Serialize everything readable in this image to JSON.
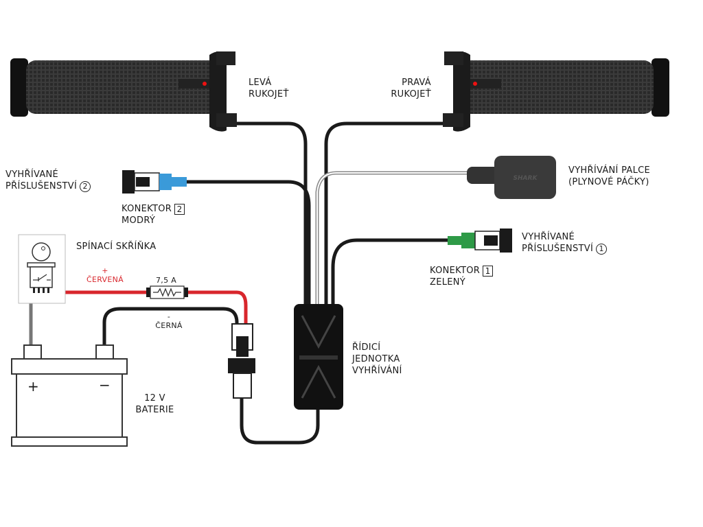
{
  "labels": {
    "left_grip": [
      "LEVÁ",
      "RUKOJEŤ"
    ],
    "right_grip": [
      "PRAVÁ",
      "RUKOJEŤ"
    ],
    "accessory2": [
      "VYHŘÍVANÉ",
      "PŘÍSLUŠENSTVÍ"
    ],
    "accessory2_num": "2",
    "connector2": [
      "KONEKTOR",
      "MODRÝ"
    ],
    "connector2_num": "2",
    "thumb_heater": [
      "VYHŘÍVÁNÍ PALCE",
      "(PLYNOVÉ PÁČKY)"
    ],
    "accessory1": [
      "VYHŘÍVANÉ",
      "PŘÍSLUŠENSTVÍ"
    ],
    "accessory1_num": "1",
    "connector1": [
      "KONEKTOR",
      "ZELENÝ"
    ],
    "connector1_num": "1",
    "ignition": "SPÍNACÍ SKŘÍŇKA",
    "red_wire_sign": "+",
    "red_wire": "ČERVENÁ",
    "fuse": "7,5 A",
    "black_wire_sign": "-",
    "black_wire": "ČERNÁ",
    "control_unit": [
      "ŘÍDICÍ",
      "JEDNOTKA",
      "VYHŘÍVÁNÍ"
    ],
    "battery": [
      "12 V",
      "BATERIE"
    ],
    "battery_plus": "+",
    "battery_minus": "−",
    "thumb_logo": "SHARK"
  },
  "colors": {
    "red_wire": "#d8262c",
    "black_wire": "#1a1a1a",
    "blue_connector": "#3a9ad9",
    "green_connector": "#2e9a47",
    "grip": "#3a3a3a"
  }
}
